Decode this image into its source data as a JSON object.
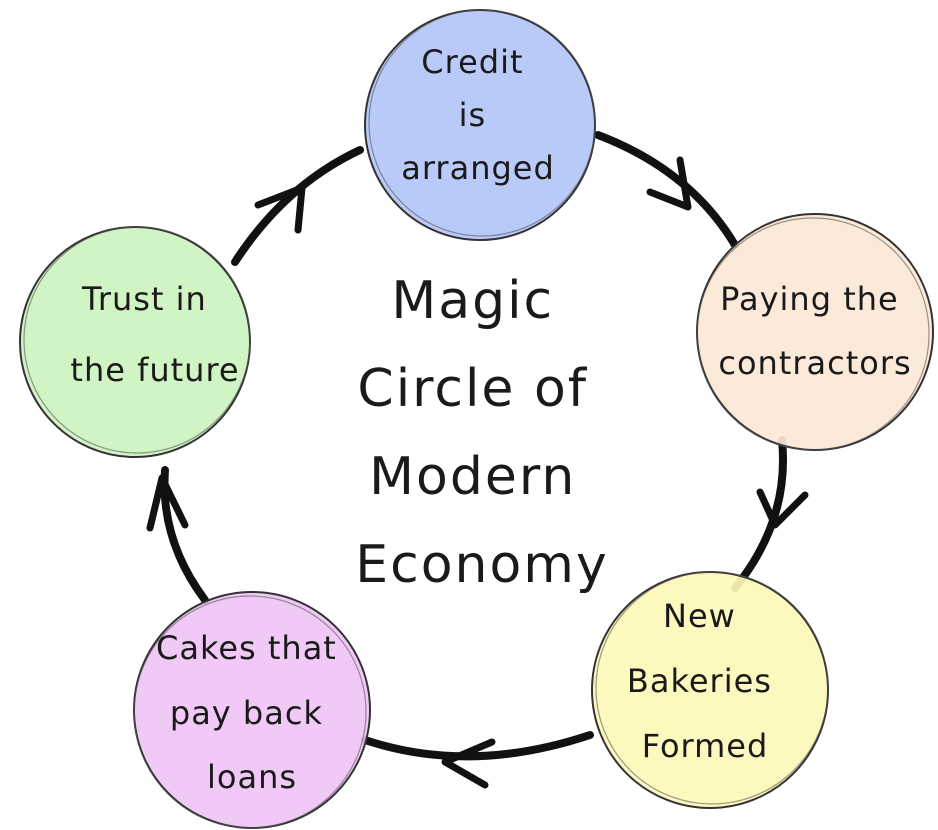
{
  "title_lines": [
    "Magic",
    "Circle of",
    "Modern",
    "Economy"
  ],
  "nodes": [
    {
      "id": "credit",
      "lines": [
        "Credit",
        "is",
        "arranged"
      ],
      "color": "#b3c6f7"
    },
    {
      "id": "contractors",
      "lines": [
        "Paying the",
        "contractors"
      ],
      "color": "#fbe7d6"
    },
    {
      "id": "bakeries",
      "lines": [
        "New",
        "Bakeries",
        "Formed"
      ],
      "color": "#fdf7b9"
    },
    {
      "id": "cakes",
      "lines": [
        "Cakes that",
        "pay back",
        "loans"
      ],
      "color": "#f0c4f6"
    },
    {
      "id": "trust",
      "lines": [
        "Trust in",
        "the future"
      ],
      "color": "#cdf3c0"
    }
  ]
}
